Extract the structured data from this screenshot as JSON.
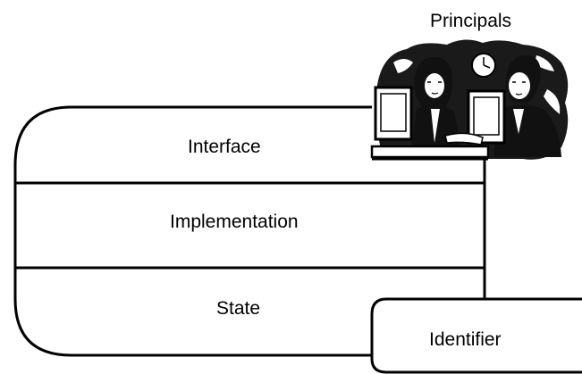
{
  "diagram": {
    "principals_label": "Principals",
    "object_layers": {
      "interface_label": "Interface",
      "implementation_label": "Implementation",
      "state_label": "State"
    },
    "identifier_label": "Identifier",
    "principals_icon": "people-at-computer-clipart-icon",
    "colors": {
      "line": "#000000",
      "background": "#ffffff"
    }
  }
}
